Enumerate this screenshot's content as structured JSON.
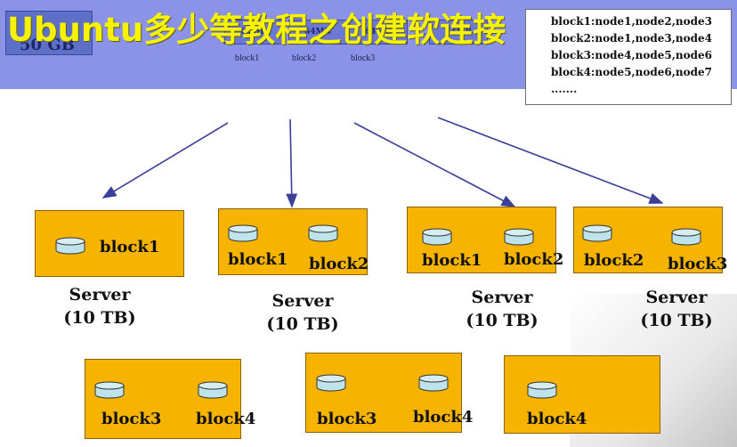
{
  "title": "Ubuntu多少等教程之创建软连接",
  "file": {
    "size_label": "50 GB"
  },
  "split_blocks": [
    {
      "size": "64MB",
      "label": "block1"
    },
    {
      "size": "64MB",
      "label": "block2"
    },
    {
      "size": "64MB",
      "label": "block3"
    },
    {
      "size": "64MB",
      "label": ""
    }
  ],
  "split_dots": "......",
  "mapping": [
    "block1:node1,node2,node3",
    "block2:node1,node3,node4",
    "block3:node4,node5,node6",
    "block4:node5,node6,node7",
    "......."
  ],
  "servers": [
    {
      "label_line1": "Server",
      "label_line2": "(10 TB)",
      "top_blocks": [
        "block1"
      ],
      "bottom_blocks": [
        "block3",
        "block4"
      ]
    },
    {
      "label_line1": "Server",
      "label_line2": "(10 TB)",
      "top_blocks": [
        "block1",
        "block2"
      ],
      "bottom_blocks": [
        "block3",
        "block4"
      ]
    },
    {
      "label_line1": "Server",
      "label_line2": "(10 TB)",
      "top_blocks": [
        "block1",
        "block2"
      ],
      "bottom_blocks": [
        "block4"
      ]
    },
    {
      "label_line1": "Server",
      "label_line2": "(10 TB)",
      "top_blocks": [
        "block2",
        "block3"
      ],
      "bottom_blocks": []
    }
  ],
  "colors": {
    "header": "#8a93e8",
    "server_box": "#f6b400",
    "disk": "#bfe3ea",
    "arrow": "#3b3f9a",
    "title": "#f7f200"
  }
}
